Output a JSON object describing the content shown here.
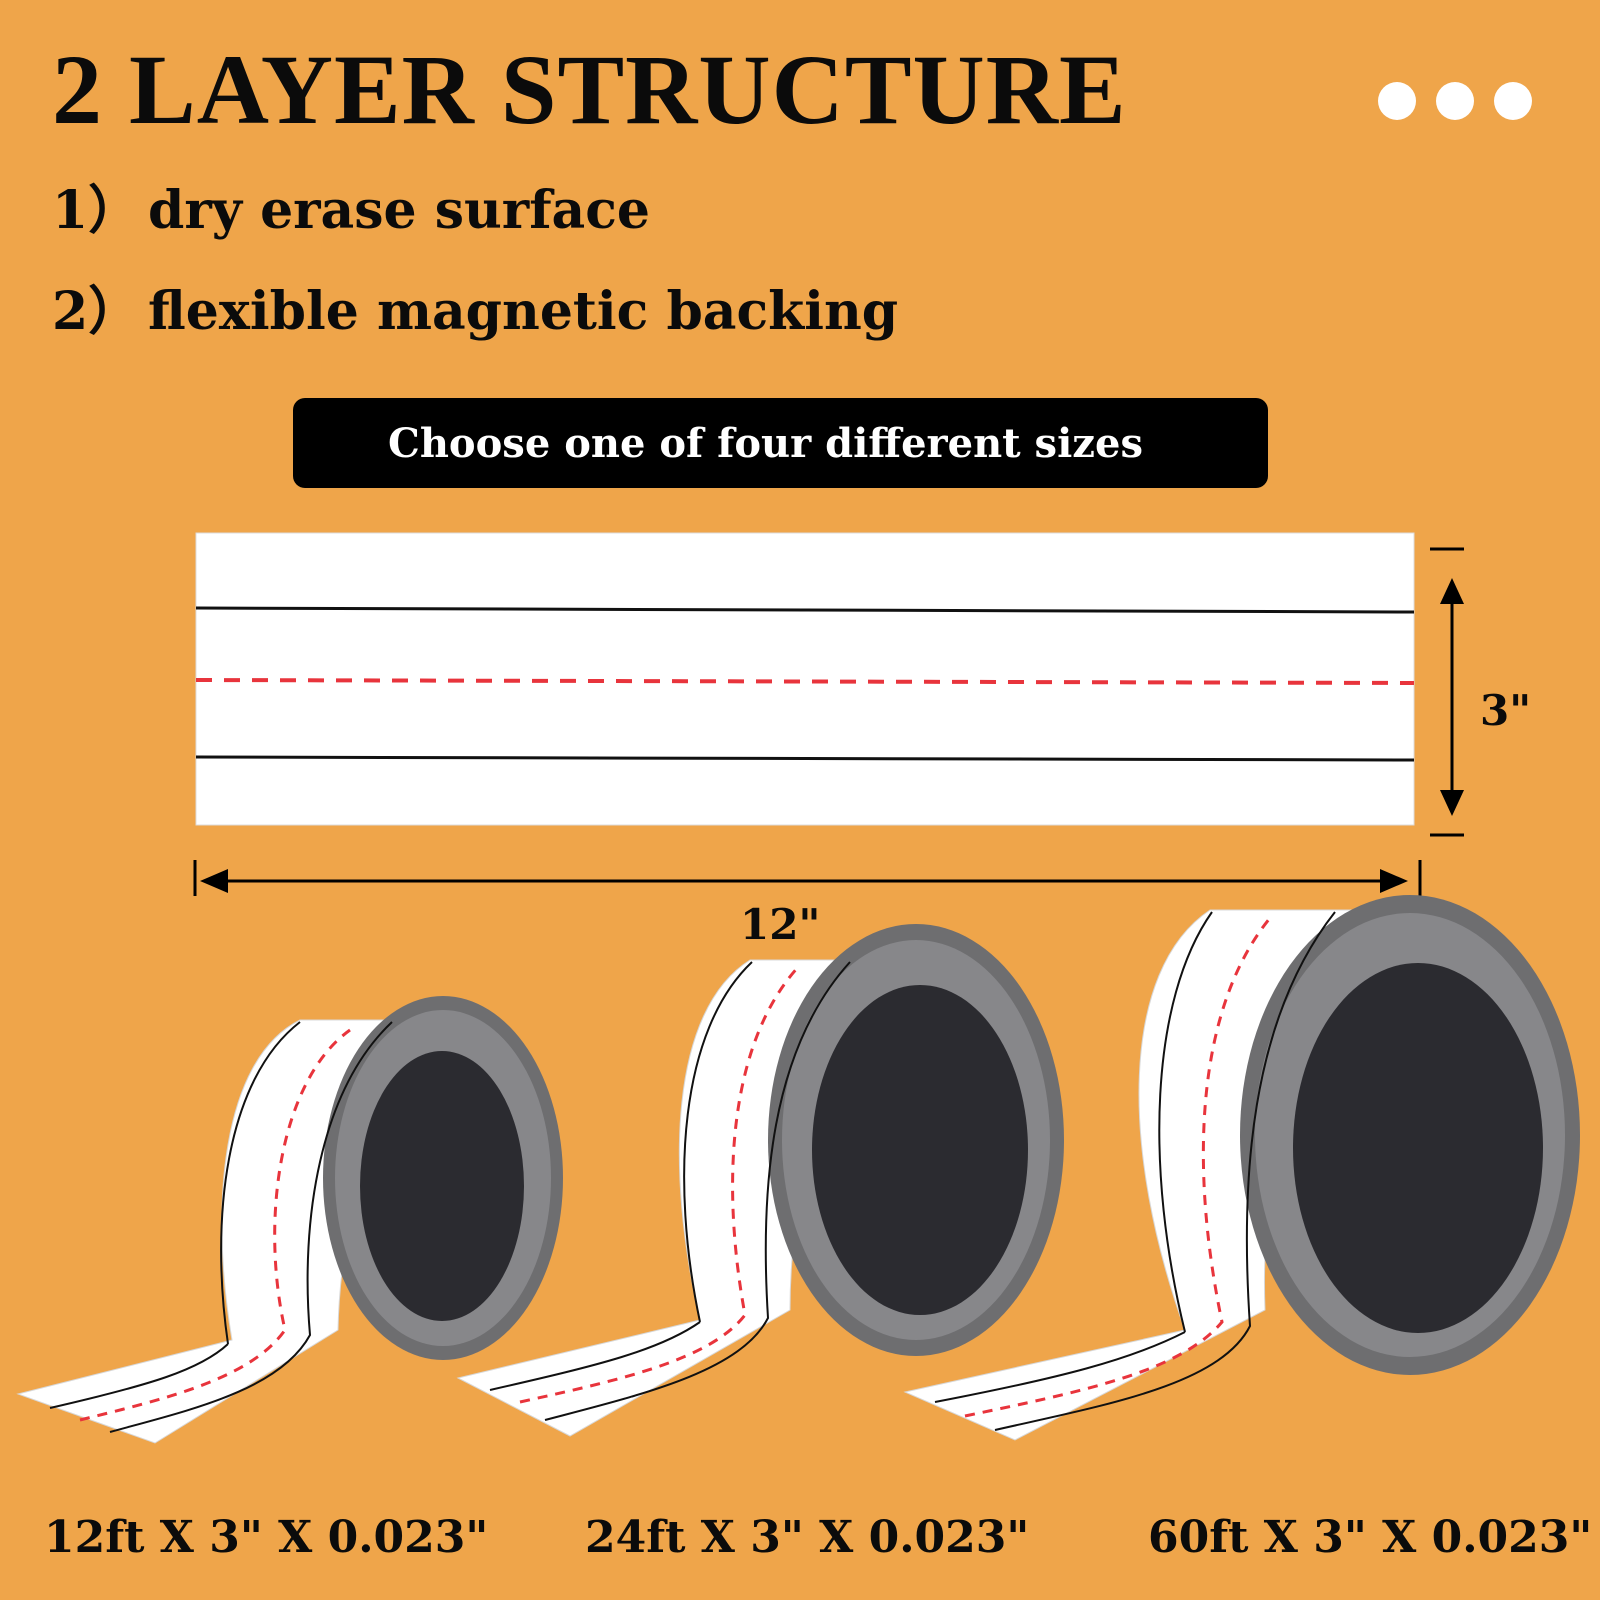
{
  "header": {
    "title": "2 LAYER STRUCTURE",
    "dots": [
      "dot",
      "dot",
      "dot"
    ]
  },
  "features": [
    {
      "num": "1）",
      "text": "dry erase surface"
    },
    {
      "num": "2）",
      "text": "flexible magnetic backing"
    }
  ],
  "banner": {
    "text": "Choose one of four different sizes"
  },
  "strip": {
    "height_label": "3\"",
    "width_label": "12\""
  },
  "rolls": [
    {
      "label": "12ft X 3\" X 0.023\""
    },
    {
      "label": "24ft X 3\" X 0.023\""
    },
    {
      "label": "60ft X 3\" X 0.023\""
    }
  ],
  "colors": {
    "background": "#EFA54A",
    "dashed_line": "#E8343C",
    "banner": "#000000"
  }
}
